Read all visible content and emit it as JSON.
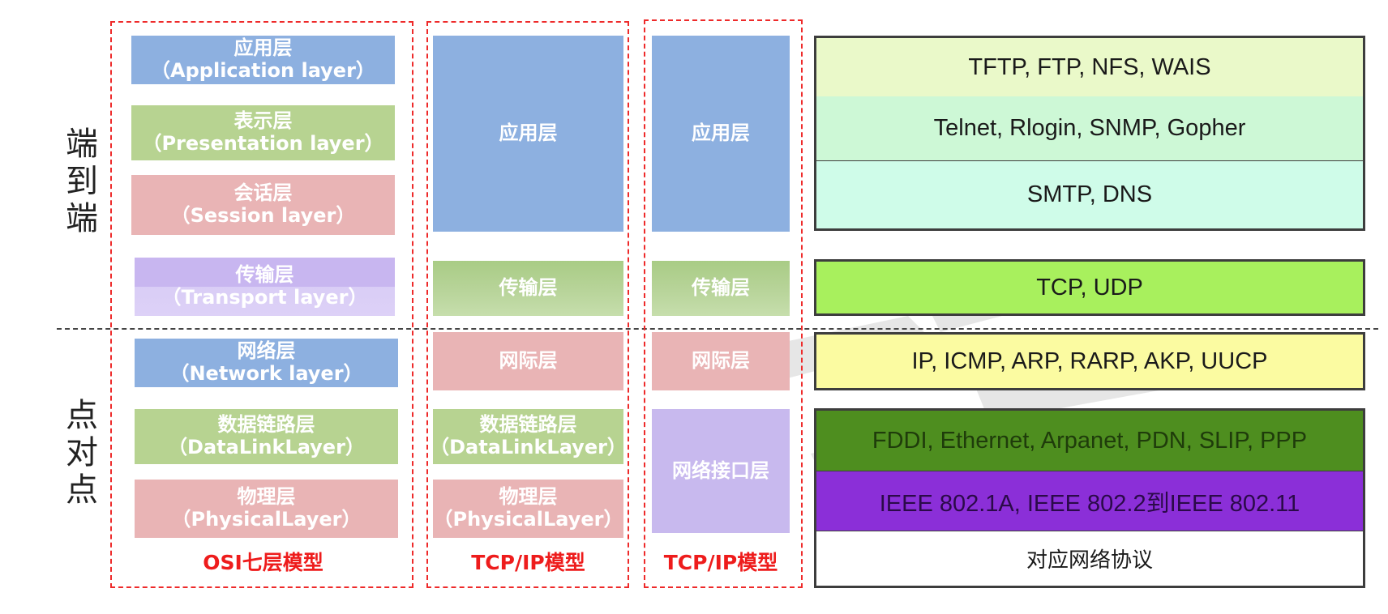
{
  "side_labels": {
    "top": "端\n到\n端",
    "bottom": "点\n对\n点"
  },
  "osi": {
    "caption": "OSI七层模型",
    "layers": [
      {
        "zh": "应用层",
        "en": "（Application layer）",
        "color": "#8db0e0"
      },
      {
        "zh": "表示层",
        "en": "（Presentation layer）",
        "color": "#b7d391"
      },
      {
        "zh": "会话层",
        "en": "（Session layer）",
        "color": "#e9b4b5"
      },
      {
        "zh": "传输层",
        "en": "（Transport layer）",
        "color": "#c8b9ee"
      },
      {
        "zh": "网络层",
        "en": "（Network layer）",
        "color": "#8db0e0"
      },
      {
        "zh": "数据链路层",
        "en": "（DataLinkLayer）",
        "color": "#b7d391"
      },
      {
        "zh": "物理层",
        "en": "（PhysicalLayer）",
        "color": "#e9b4b5"
      }
    ]
  },
  "tcpip1": {
    "caption": "TCP/IP模型",
    "layers": [
      {
        "zh": "应用层"
      },
      {
        "zh": "传输层"
      },
      {
        "zh": "网际层"
      },
      {
        "zh": "数据链路层",
        "en": "（DataLinkLayer）"
      },
      {
        "zh": "物理层",
        "en": "（PhysicalLayer）"
      }
    ]
  },
  "tcpip2": {
    "caption": "TCP/IP模型",
    "layers": [
      {
        "zh": "应用层"
      },
      {
        "zh": "传输层"
      },
      {
        "zh": "网际层"
      },
      {
        "zh": "网络接口层"
      }
    ]
  },
  "protocols": [
    {
      "text": "TFTP, FTP, NFS, WAIS",
      "bg": "#eaf9c9"
    },
    {
      "text": "Telnet, Rlogin, SNMP, Gopher",
      "bg": "#cdf8d6"
    },
    {
      "text": "SMTP, DNS",
      "bg": "#cffce9"
    },
    {
      "text": "TCP, UDP",
      "bg": "#a8f05d"
    },
    {
      "text": "IP, ICMP, ARP, RARP, AKP, UUCP",
      "bg": "#fbfba1"
    },
    {
      "text": "FDDI, Ethernet, Arpanet, PDN, SLIP, PPP",
      "bg": "#4e8e1f"
    },
    {
      "text": "IEEE 802.1A, IEEE 802.2到IEEE 802.11",
      "bg": "#8b2fd8"
    },
    {
      "text": "对应网络协议",
      "bg": "#ffffff"
    }
  ]
}
